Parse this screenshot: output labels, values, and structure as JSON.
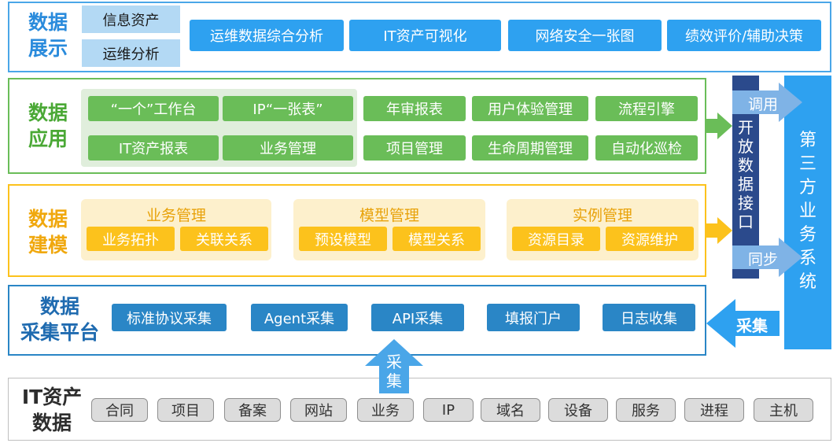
{
  "display": {
    "title": "数据\n展示",
    "sub_items": [
      "信息资产",
      "运维分析"
    ],
    "buttons": [
      "运维数据综合分析",
      "IT资产可视化",
      "网络安全一张图",
      "绩效评价/辅助决策"
    ]
  },
  "application": {
    "title": "数据\n应用",
    "group_buttons": [
      "“一个”工作台",
      "IP“一张表”",
      "IT资产报表",
      "业务管理"
    ],
    "buttons": [
      "年审报表",
      "用户体验管理",
      "流程引擎",
      "项目管理",
      "生命周期管理",
      "自动化巡检"
    ]
  },
  "modeling": {
    "title": "数据\n建模",
    "groups": [
      {
        "title": "业务管理",
        "items": [
          "业务拓扑",
          "关联关系"
        ]
      },
      {
        "title": "模型管理",
        "items": [
          "预设模型",
          "模型关系"
        ]
      },
      {
        "title": "实例管理",
        "items": [
          "资源目录",
          "资源维护"
        ]
      }
    ]
  },
  "collection": {
    "title": "数据\n采集平台",
    "buttons": [
      "标准协议采集",
      "Agent采集",
      "API采集",
      "填报门户",
      "日志收集"
    ]
  },
  "assets": {
    "title": "IT资产\n数据",
    "items": [
      "合同",
      "项目",
      "备案",
      "网站",
      "业务",
      "IP",
      "域名",
      "设备",
      "服务",
      "进程",
      "主机"
    ]
  },
  "open_api": {
    "label": "开\n放\n数\n据\n接\n口"
  },
  "third_party": {
    "label": "第\n三\n方\n业\n务\n系\n统"
  },
  "arrows": {
    "call": "调用",
    "sync": "同步",
    "collect_left": "采集",
    "collect_up": "采\n集"
  },
  "colors": {
    "blue": "#2ea1f0",
    "green": "#6abd58",
    "yellow": "#fcc21c",
    "steel": "#2a86c6",
    "navy": "#2b4a8c",
    "gray": "#dcdcdc"
  }
}
